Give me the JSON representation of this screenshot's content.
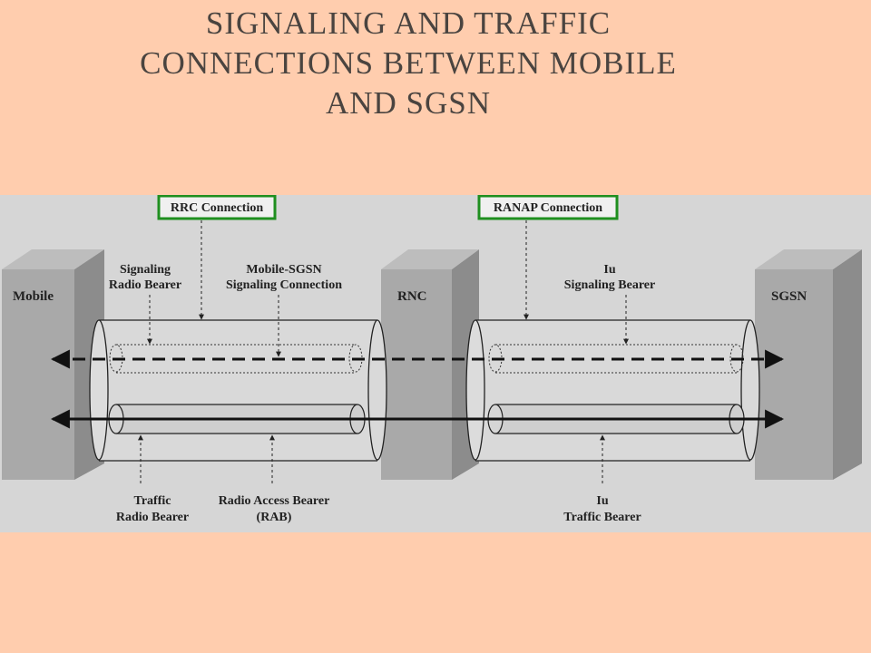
{
  "slide": {
    "title_lines": [
      "SIGNALING AND TRAFFIC",
      "CONNECTIONS BETWEEN MOBILE",
      "AND SGSN"
    ]
  },
  "diagram": {
    "nodes": {
      "mobile": "Mobile",
      "rnc": "RNC",
      "sgsn": "SGSN"
    },
    "connections": {
      "rrc": "RRC Connection",
      "ranap": "RANAP Connection"
    },
    "labels": {
      "signaling_radio_bearer": [
        "Signaling",
        "Radio Bearer"
      ],
      "mobile_sgsn_signaling": [
        "Mobile-SGSN",
        "Signaling Connection"
      ],
      "iu_signaling_bearer": [
        "Iu",
        "Signaling Bearer"
      ],
      "traffic_radio_bearer": [
        "Traffic",
        "Radio Bearer"
      ],
      "radio_access_bearer": [
        "Radio Access Bearer",
        "(RAB)"
      ],
      "iu_traffic_bearer": [
        "Iu",
        "Traffic Bearer"
      ]
    },
    "colors": {
      "connection_box_border": "#1f8f1f",
      "background": "#d6d6d6",
      "slide_background": "#FFCDAE"
    }
  }
}
